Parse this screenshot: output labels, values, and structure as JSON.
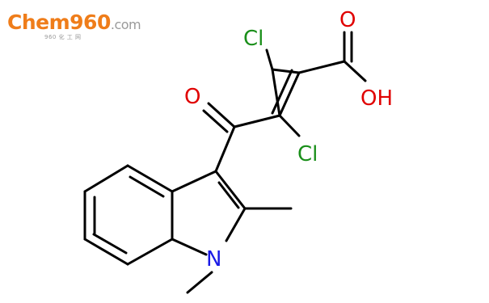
{
  "logo": {
    "brand_c": "C",
    "brand_rest": "hem960",
    "domain": ".com",
    "subtitle": "960 化 工 网"
  },
  "molecule": {
    "atoms": {
      "cl_top": "Cl",
      "cl_bottom": "Cl",
      "o_ketone": "O",
      "o_carbonyl": "O",
      "oh": "OH",
      "n": "N"
    },
    "colors": {
      "bond": "#000000",
      "chlorine": "#1a8f1a",
      "oxygen": "#e00000",
      "nitrogen": "#1a1ae6"
    }
  }
}
